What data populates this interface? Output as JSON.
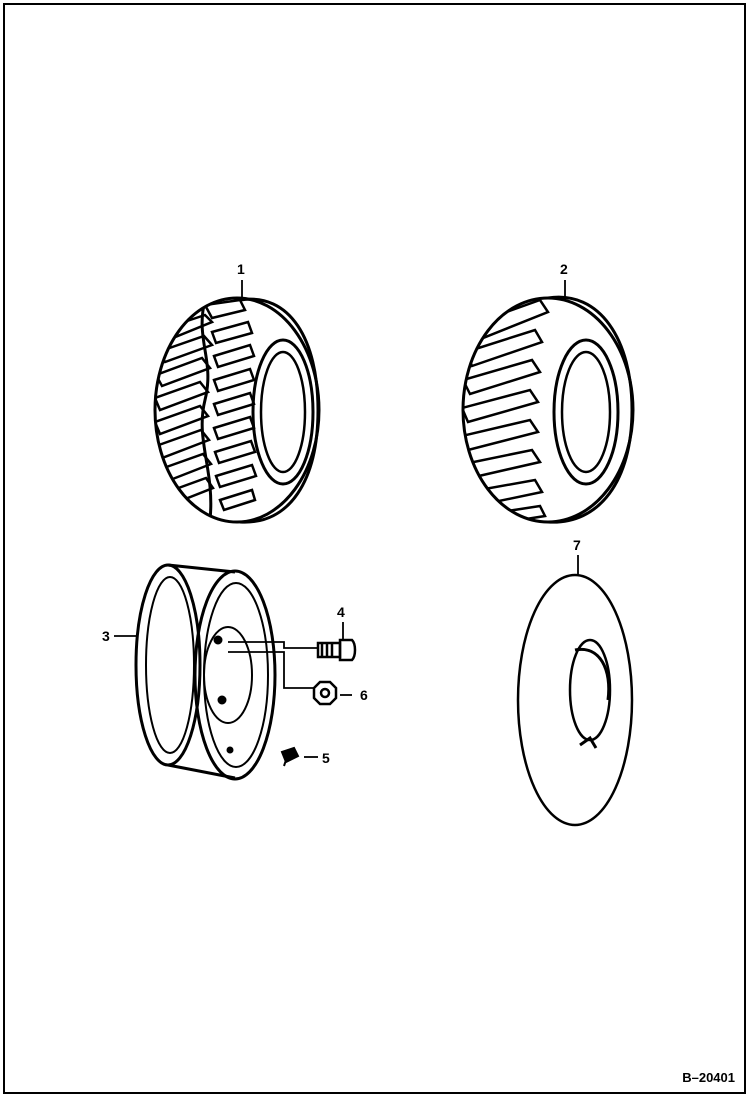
{
  "figure": {
    "drawing_code": "B–20401",
    "stroke_color": "#000000",
    "background_color": "#ffffff",
    "callouts": [
      {
        "number": "1",
        "part": "tire-industrial-tread"
      },
      {
        "number": "2",
        "part": "tire-lug-tread"
      },
      {
        "number": "3",
        "part": "wheel-rim"
      },
      {
        "number": "4",
        "part": "bolt"
      },
      {
        "number": "5",
        "part": "valve-stem"
      },
      {
        "number": "6",
        "part": "nut"
      },
      {
        "number": "7",
        "part": "inner-tube"
      }
    ]
  }
}
